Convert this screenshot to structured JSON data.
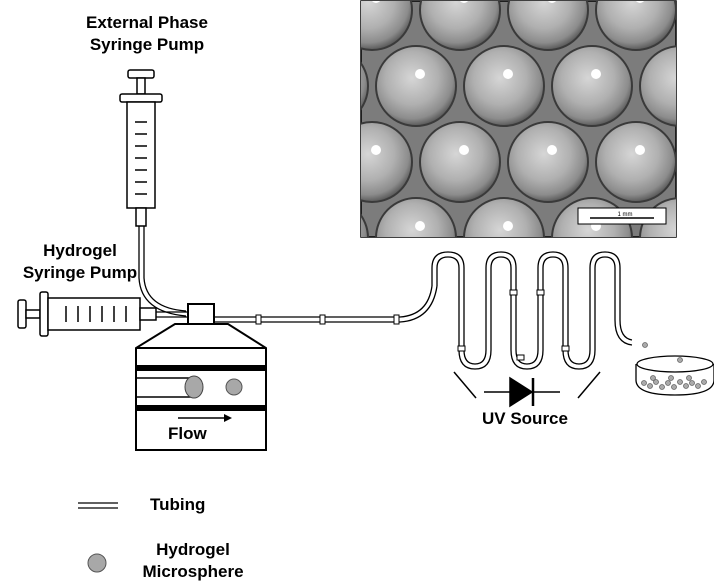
{
  "labels": {
    "external_pump_line1": "External Phase",
    "external_pump_line2": "Syringe Pump",
    "hydrogel_pump_line1": "Hydrogel",
    "hydrogel_pump_line2": "Syringe Pump",
    "uv_source": "UV Source",
    "flow": "Flow",
    "scale_bar": "1 mm"
  },
  "legend": {
    "tubing": "Tubing",
    "microsphere_line1": "Hydrogel",
    "microsphere_line2": "Microsphere"
  },
  "colors": {
    "line": "#000000",
    "microsphere_fill": "#a8a8a8",
    "photo_background": "#8a8a8a",
    "sphere_fill": "#b4b4b4"
  }
}
